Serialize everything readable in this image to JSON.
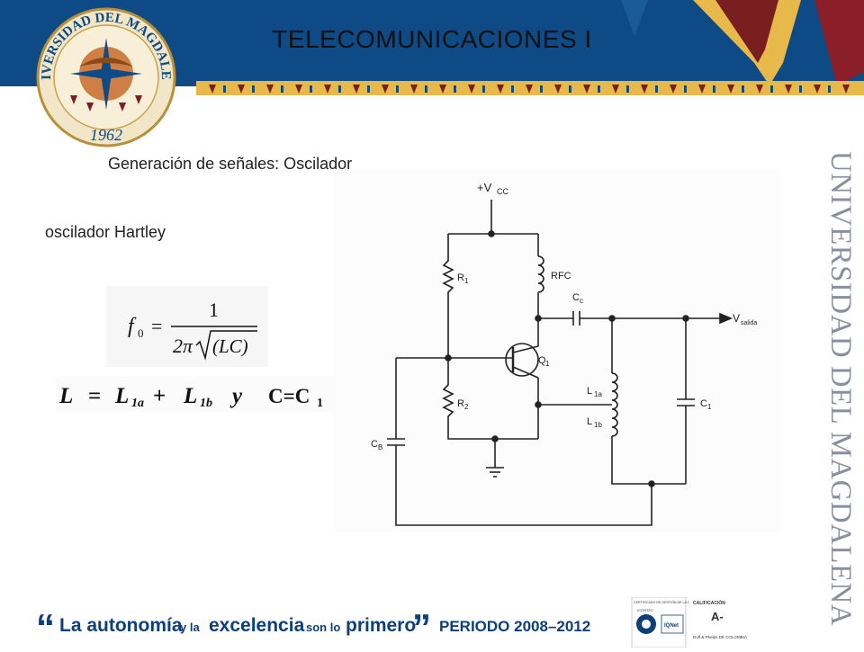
{
  "header": {
    "title": "TELECOMUNICACIONES I"
  },
  "seal": {
    "university_arc": "UNIVERSIDAD DEL MAGDALENA",
    "year": "1962"
  },
  "content": {
    "subtitle": "Generación de señales: Oscilador",
    "label": "oscilador Hartley",
    "formula1": {
      "lhs": "f",
      "lhs_sub": "0",
      "eq": "=",
      "numerator": "1",
      "denominator_prefix": "2π",
      "denominator_radicand": "(LC)"
    },
    "formula2": {
      "text_L": "L",
      "eq": "=",
      "L1": "L",
      "L1_sub": "1a",
      "plus": "+",
      "L2": "L",
      "L2_sub": "1b",
      "y": "y",
      "c_eq": "C=C",
      "c_sub": "1"
    }
  },
  "circuit": {
    "vcc": "+V",
    "vcc_sub": "CC",
    "r1": "R",
    "r1_sub": "1",
    "r2": "R",
    "r2_sub": "2",
    "rfc": "RFC",
    "cc": "C",
    "cc_sub": "c",
    "cb": "C",
    "cb_sub": "B",
    "q1": "Q",
    "q1_sub": "1",
    "l1a": "L",
    "l1a_sub": "1a",
    "l1b": "L",
    "l1b_sub": "1b",
    "c1": "C",
    "c1_sub": "1",
    "vout": "V",
    "vout_sub": "salida"
  },
  "side": {
    "text": "UNIVERSIDAD DEL MAGDALENA"
  },
  "footer": {
    "open_quote": "“",
    "p1": "La autonomía",
    "p2": "y la",
    "p3": "excelencia",
    "p4": "son lo",
    "p5": "primero",
    "close_quote": "”",
    "period": "PERIODO 2008–2012"
  },
  "certs": {
    "c1_title": "CERTIFICADO DE GESTIÓN DE LA CALIDAD",
    "c1_org": "ICONTEC",
    "c1_iqnet": "IQNet",
    "c2_title": "CALIFICACIÓN",
    "c2_grade": "A-",
    "c2_org": "Duff & Phelps DE COLOMBIA"
  },
  "colors": {
    "banner": "#0d4a86",
    "gold": "#e7b84a",
    "maroon": "#7a1f1f",
    "footer_blue": "#0d3f7a",
    "side_text": "#8a8fa0"
  }
}
